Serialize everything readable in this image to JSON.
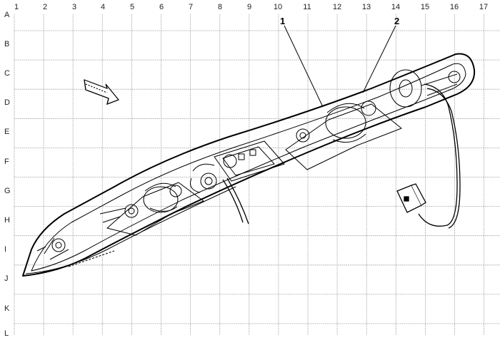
{
  "grid": {
    "columns": [
      "1",
      "2",
      "3",
      "4",
      "5",
      "6",
      "7",
      "8",
      "9",
      "10",
      "11",
      "12",
      "13",
      "14",
      "15",
      "16",
      "17"
    ],
    "rows": [
      "A",
      "B",
      "C",
      "D",
      "E",
      "F",
      "G",
      "H",
      "I",
      "J",
      "K",
      "L"
    ]
  },
  "callouts": [
    {
      "label": "1"
    },
    {
      "label": "2"
    }
  ]
}
